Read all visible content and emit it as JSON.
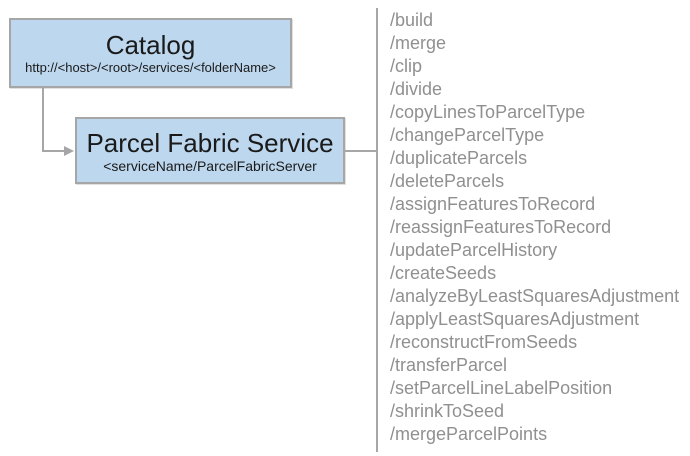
{
  "diagram": {
    "catalog_node": {
      "title": "Catalog",
      "subtitle": "http://<host>/<root>/services/<folderName>"
    },
    "service_node": {
      "title": "Parcel Fabric Service",
      "subtitle": "<serviceName/ParcelFabricServer"
    },
    "endpoints": [
      "/build",
      "/merge",
      "/clip",
      "/divide",
      "/copyLinesToParcelType",
      "/changeParcelType",
      "/duplicateParcels",
      "/deleteParcels",
      "/assignFeaturesToRecord",
      "/reassignFeaturesToRecord",
      "/updateParcelHistory",
      "/createSeeds",
      "/analyzeByLeastSquaresAdjustment",
      "/applyLeastSquaresAdjustment",
      "/reconstructFromSeeds",
      "/transferParcel",
      "/setParcelLineLabelPosition",
      "/shrinkToSeed",
      "/mergeParcelPoints"
    ],
    "colors": {
      "node_fill": "#bdd7ee",
      "node_border": "#a6a6a6",
      "connector": "#a6a6a6",
      "endpoint_text": "#909090"
    }
  }
}
